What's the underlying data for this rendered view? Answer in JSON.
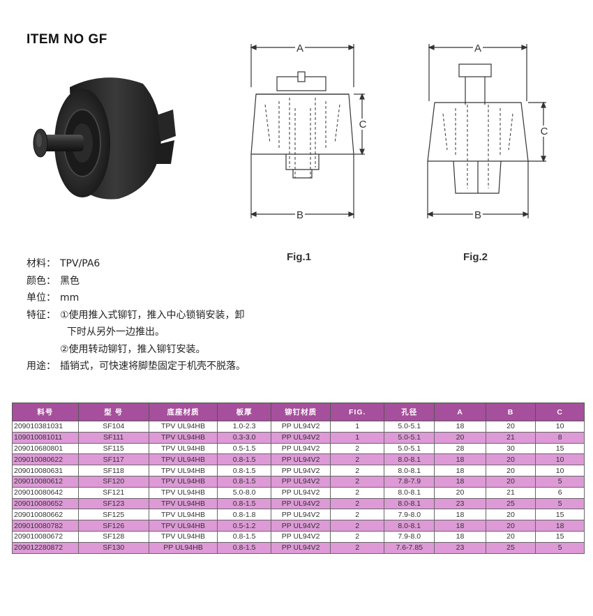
{
  "title": "ITEM NO GF",
  "figures": {
    "fig1_caption": "Fig.1",
    "fig2_caption": "Fig.2",
    "dim_a": "A",
    "dim_b": "B",
    "dim_c": "C"
  },
  "specs": {
    "material_label": "材料：",
    "material_value": "TPV/PA6",
    "color_label": "颜色：",
    "color_value": "黑色",
    "unit_label": "单位：",
    "unit_value": "mm",
    "feature_label": "特征：",
    "feature_1a": "①使用推入式铆钉，推入中心锁销安装，卸",
    "feature_1b": "下时从另外一边推出。",
    "feature_2": "②使用转动铆钉，推入铆钉安装。",
    "usage_label": "用途：",
    "usage_value": "插销式，可快速将脚垫固定于机壳不脱落。"
  },
  "table": {
    "headers": [
      "料号",
      "型 号",
      "底座材质",
      "板厚",
      "铆钉材质",
      "FIG.",
      "孔径",
      "A",
      "B",
      "C"
    ],
    "rows": [
      [
        "209010381031",
        "SF104",
        "TPV UL94HB",
        "1.0-2.3",
        "PP UL94V2",
        "1",
        "5.0-5.1",
        "18",
        "20",
        "10"
      ],
      [
        "109010081011",
        "SF111",
        "TPV UL94HB",
        "0.3-3.0",
        "PP UL94V2",
        "1",
        "5.0-5.1",
        "20",
        "21",
        "8"
      ],
      [
        "209010680801",
        "SF115",
        "TPV UL94HB",
        "0.5-1.5",
        "PP UL94V2",
        "2",
        "5.0-5.1",
        "28",
        "30",
        "15"
      ],
      [
        "209010080622",
        "SF117",
        "TPV UL94HB",
        "0.8-1.5",
        "PP UL94V2",
        "2",
        "8.0-8.1",
        "18",
        "20",
        "10"
      ],
      [
        "209010080631",
        "SF118",
        "TPV UL94HB",
        "0.8-1.5",
        "PP UL94V2",
        "2",
        "8.0-8.1",
        "18",
        "20",
        "10"
      ],
      [
        "209010080612",
        "SF120",
        "TPV UL94HB",
        "0.8-1.5",
        "PP UL94V2",
        "2",
        "7.8-7.9",
        "18",
        "20",
        "5"
      ],
      [
        "209010080642",
        "SF121",
        "TPV UL94HB",
        "5.0-8.0",
        "PP UL94V2",
        "2",
        "8.0-8.1",
        "20",
        "21",
        "6"
      ],
      [
        "209010080652",
        "SF123",
        "TPV UL94HB",
        "0.8-1.5",
        "PP UL94V2",
        "2",
        "8.0-8.1",
        "23",
        "25",
        "5"
      ],
      [
        "209010080662",
        "SF125",
        "TPV UL94HB",
        "0.8-1.8",
        "PP UL94V2",
        "2",
        "7.9-8.0",
        "18",
        "20",
        "15"
      ],
      [
        "209010080782",
        "SF126",
        "TPV UL94HB",
        "0.5-1.2",
        "PP UL94V2",
        "2",
        "8.0-8.1",
        "18",
        "20",
        "18"
      ],
      [
        "209010080672",
        "SF128",
        "TPV UL94HB",
        "0.8-1.5",
        "PP UL94V2",
        "2",
        "7.9-8.0",
        "18",
        "20",
        "15"
      ],
      [
        "209012280872",
        "SF130",
        "PP UL94HB",
        "0.8-1.5",
        "PP UL94V2",
        "2",
        "7.6-7.85",
        "23",
        "25",
        "5"
      ]
    ]
  },
  "colors": {
    "header_bg": "#a64f9c",
    "stripe_bg": "#dd9ad6"
  }
}
